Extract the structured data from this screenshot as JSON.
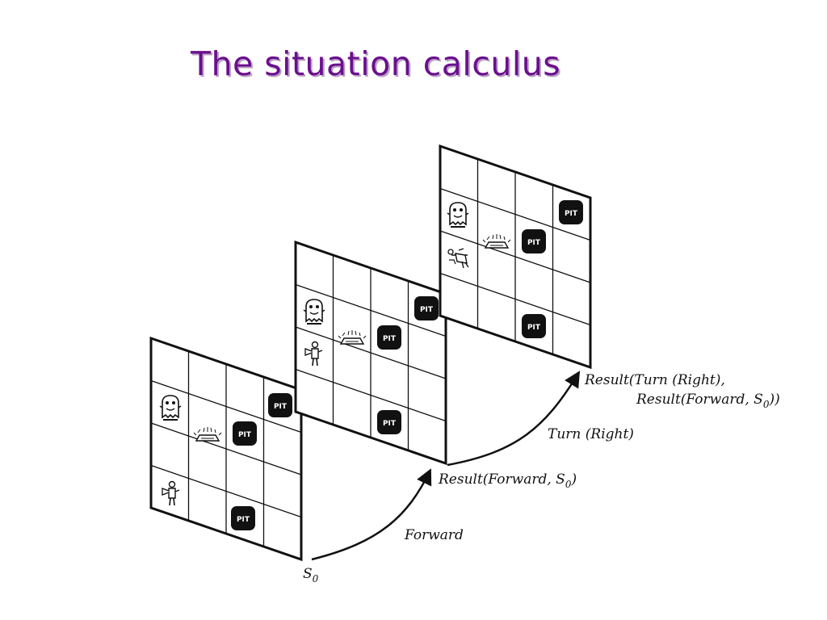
{
  "slide": {
    "title": "The situation calculus"
  },
  "grids": [
    {
      "name": "initial-situation"
    },
    {
      "name": "after-forward"
    },
    {
      "name": "after-turn-right"
    }
  ],
  "cell_labels": {
    "pit": "PIT"
  },
  "labels": {
    "s0": "S",
    "s0_sub": "0",
    "forward": "Forward",
    "result_forward_prefix": "Result(Forward, S",
    "result_forward_sub": "0",
    "result_forward_suffix": ")",
    "turn_right": "Turn (Right)",
    "result_turn_line1": "Result(Turn (Right),",
    "result_turn_line2_prefix": "Result(Forward, S",
    "result_turn_line2_sub": "0",
    "result_turn_line2_suffix": "))"
  }
}
